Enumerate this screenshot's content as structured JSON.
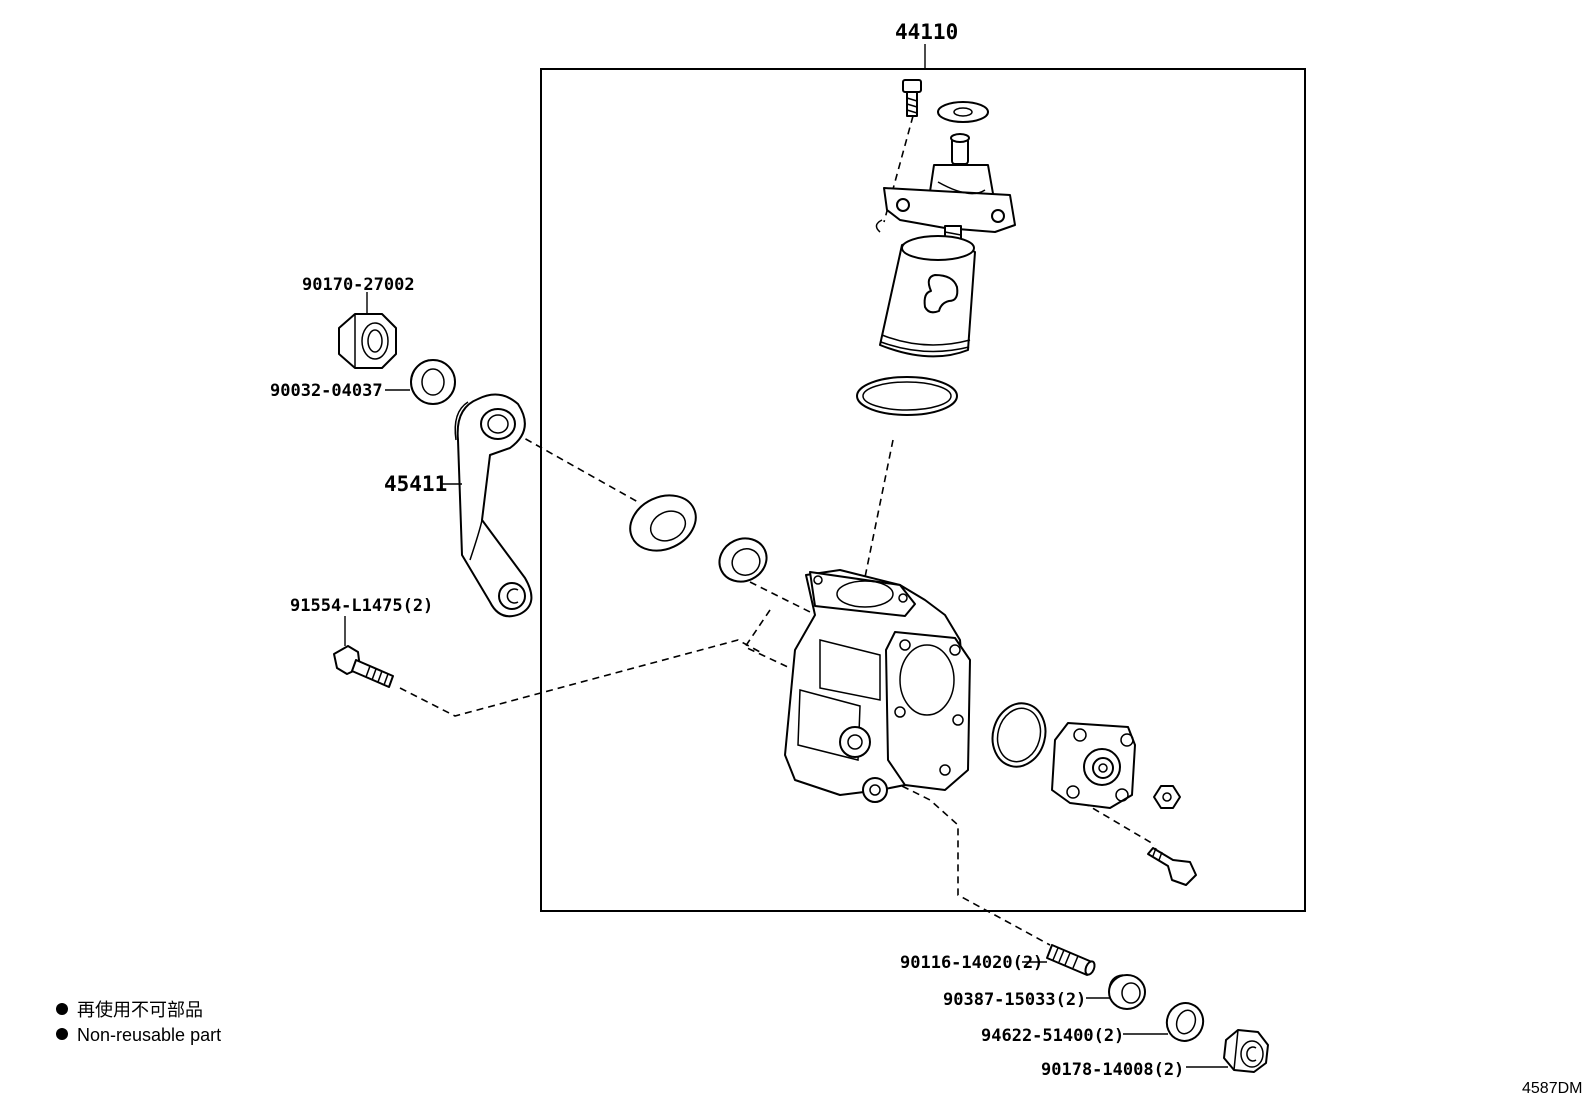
{
  "assembly": {
    "number": "44110"
  },
  "callouts": {
    "nut": "90170-27002",
    "washer": "90032-04037",
    "pitman_arm": "45411",
    "bolt": "91554-L1475(2)",
    "stud": "90116-14020(2)",
    "seat": "90387-15033(2)",
    "ring": "94622-51400(2)",
    "cap_nut": "90178-14008(2)"
  },
  "legend": {
    "jp": "再使用不可部品",
    "en": "Non-reusable part"
  },
  "reference": "4587DM"
}
